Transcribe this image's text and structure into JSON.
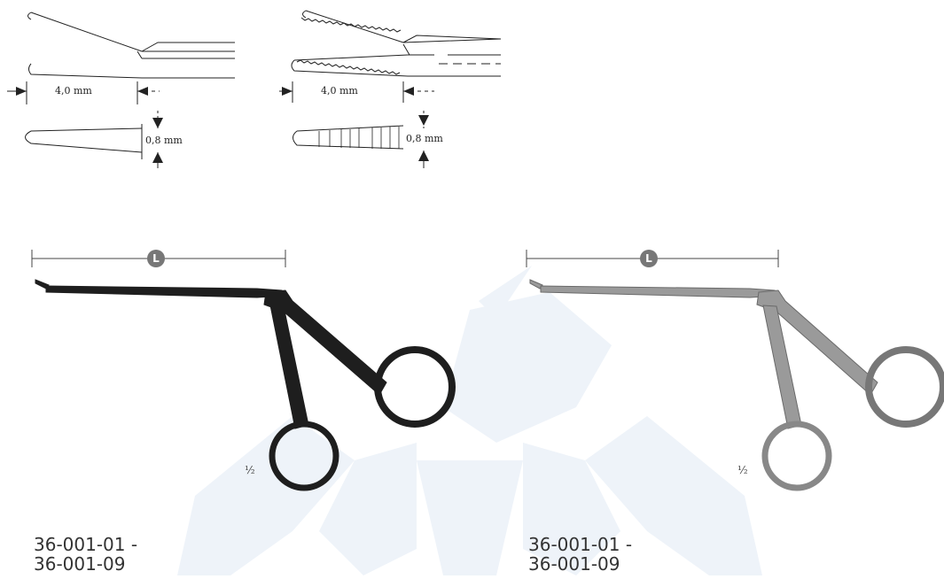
{
  "detail_left": {
    "length_label": "4,0 mm",
    "width_label": "0,8 mm"
  },
  "detail_right": {
    "length_label": "4,0 mm",
    "width_label": "0,8 mm"
  },
  "instrument_left": {
    "length_marker": "L",
    "scale": "½",
    "code_line1": "36-001-01 -",
    "code_line2": "36-001-09",
    "finish_color": "#1e1e1e"
  },
  "instrument_right": {
    "length_marker": "L",
    "scale": "½",
    "code_line1": "36-001-01 -",
    "code_line2": "36-001-09",
    "finish_color": "#8a8a8a"
  },
  "watermark": {
    "color": "#eef3f9"
  }
}
